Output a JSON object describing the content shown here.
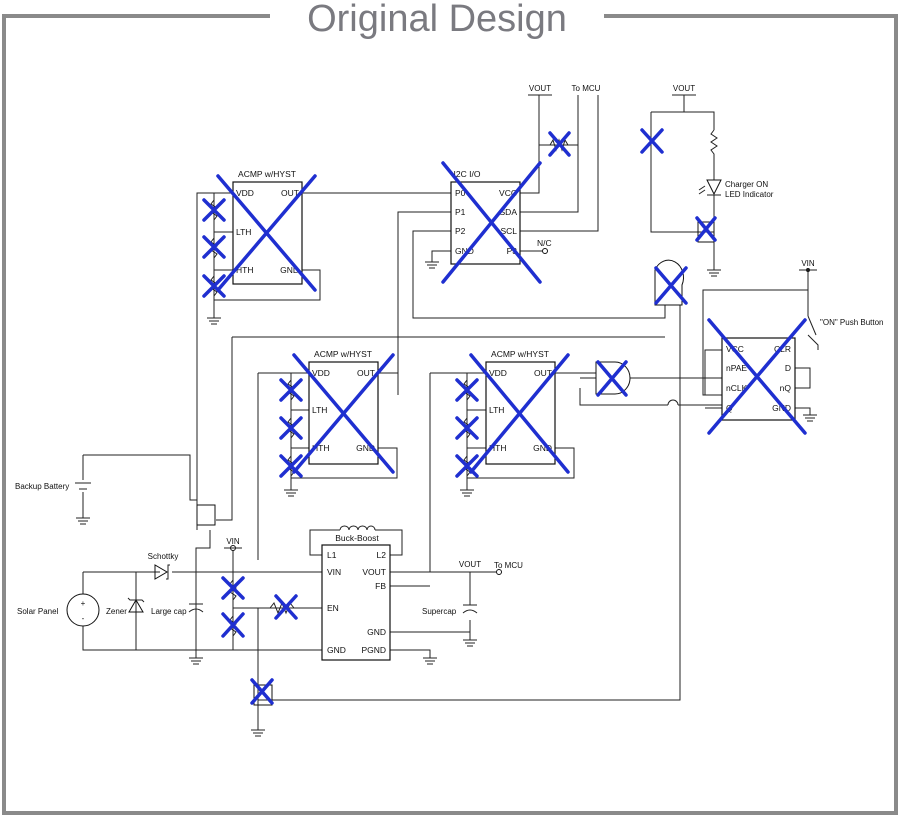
{
  "title": "Original Design",
  "colors": {
    "frame": "#8a8a8a",
    "title": "#7a7a80",
    "cross": "#1f2fd0",
    "wire": "#222222"
  },
  "acmp_top": {
    "title": "ACMP w/HYST",
    "vdd": "VDD",
    "out": "OUT",
    "lth": "LTH",
    "hth": "HTH",
    "gnd": "GND"
  },
  "acmp_mid": {
    "title": "ACMP w/HYST",
    "vdd": "VDD",
    "out": "OUT",
    "lth": "LTH",
    "hth": "HTH",
    "gnd": "GND"
  },
  "acmp_right": {
    "title": "ACMP w/HYST",
    "vdd": "VDD",
    "out": "OUT",
    "lth": "LTH",
    "hth": "HTH",
    "gnd": "GND"
  },
  "i2c": {
    "title": "I2C I/O",
    "p0": "P0",
    "p1": "P1",
    "p2": "P2",
    "gnd": "GND",
    "vcc": "VCC",
    "sda": "SDA",
    "scl": "SCL",
    "p3": "P3",
    "nc": "N/C"
  },
  "flipflop": {
    "vcc": "VCC",
    "clr": "CLR",
    "npae": "nPAE",
    "d": "D",
    "nclk": "nCLK",
    "nq": "nQ",
    "q": "Q",
    "gnd": "GND"
  },
  "buck": {
    "title": "Buck-Boost",
    "l1": "L1",
    "l2": "L2",
    "vin": "VIN",
    "vout": "VOUT",
    "fb": "FB",
    "en": "EN",
    "gnd_r": "GND",
    "gnd_l": "GND",
    "pgnd": "PGND"
  },
  "labels": {
    "vout_top_a": "VOUT",
    "to_mcu_top": "To MCU",
    "vout_top_b": "VOUT",
    "charger_on": "Charger ON",
    "led_indicator": "LED Indicator",
    "vin_right": "VIN",
    "on_push_button": "\"ON\" Push Button",
    "backup_battery": "Backup Battery",
    "schottky": "Schottky",
    "vin_left": "VIN",
    "solar_panel": "Solar Panel",
    "zener": "Zener",
    "large_cap": "Large cap",
    "vout_bottom": "VOUT",
    "to_mcu_bottom": "To MCU",
    "supercap": "Supercap",
    "plus": "+",
    "minus": "-"
  }
}
